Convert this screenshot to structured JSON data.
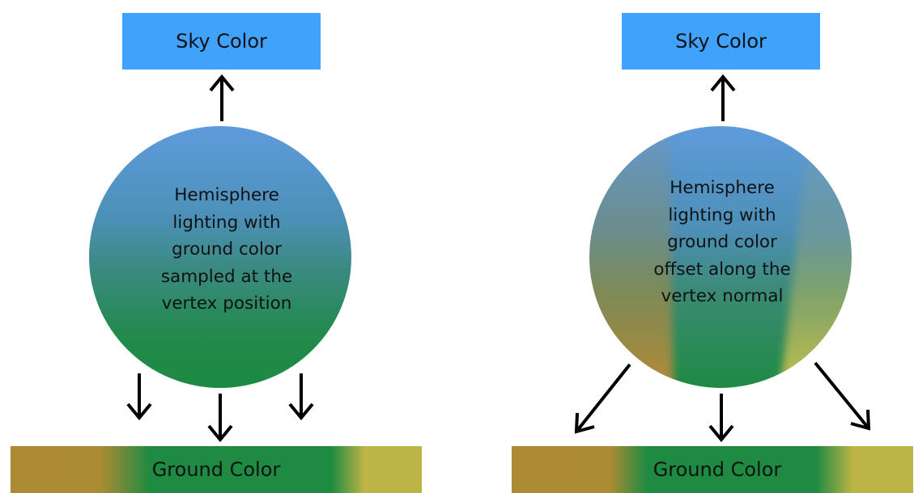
{
  "colors": {
    "sky": "#40a2fb",
    "sphere_top": "#5b9ad7",
    "sphere_mid": "#3e8a82",
    "sphere_bottom": "#1d8a44",
    "ground_brown": "#ac8b34",
    "ground_green": "#1e8a42",
    "ground_yellow": "#bcb446",
    "arrow": "#000000"
  },
  "left_panel": {
    "sky_label": "Sky Color",
    "sphere_text": "Hemisphere lighting with ground color sampled at the vertex position",
    "ground_label": "Ground Color",
    "arrows": [
      "up-arrow",
      "down-arrow-left",
      "down-arrow-center",
      "down-arrow-right"
    ]
  },
  "right_panel": {
    "sky_label": "Sky Color",
    "sphere_text": "Hemisphere lighting with ground color offset along the vertex normal",
    "ground_label": "Ground Color",
    "arrows": [
      "up-arrow",
      "diagonal-arrow-left",
      "down-arrow-center",
      "diagonal-arrow-right"
    ]
  }
}
